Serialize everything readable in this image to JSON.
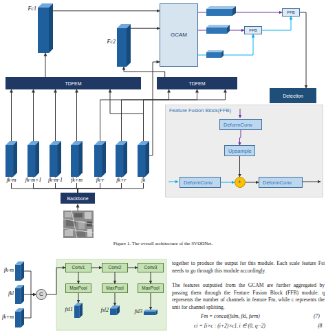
{
  "diagram": {
    "caption": "Figure 1. The overall architecture of the SVODNet.",
    "nodes": [
      {
        "text": [
          "Fc1"
        ]
      },
      {
        "text": [
          "GCAM"
        ]
      },
      {
        "text": [
          "FFB"
        ]
      },
      {
        "text": [
          "Detection"
        ]
      },
      {
        "text": [
          "Fc2"
        ]
      },
      {
        "text": [
          "FFB"
        ]
      },
      {
        "text": [
          "TDFEM"
        ]
      },
      {
        "text": [
          "TDFEM"
        ]
      },
      {
        "text": [
          "Feature Fusion Block(FFB)"
        ]
      },
      {
        "text": [
          "DeformConv"
        ],
        "in": 8
      },
      {
        "text": [
          "Upsample"
        ],
        "in": 8
      },
      {
        "text": [
          "DeformConv"
        ],
        "in": 8
      },
      {
        "text": [
          "+"
        ],
        "in": 8
      },
      {
        "text": [
          "DeformConv"
        ],
        "in": 8
      },
      {
        "text": [
          "fk-m"
        ]
      },
      {
        "text": [
          "fk-m+1"
        ]
      },
      {
        "text": [
          "fk-m-1"
        ]
      },
      {
        "text": [
          "fk+m"
        ]
      },
      {
        "text": [
          "fk-r"
        ]
      },
      {
        "text": [
          "fk+r"
        ]
      },
      {
        "text": [
          "fk"
        ]
      },
      {
        "text": [
          "Backbone"
        ]
      },
      {
        "text": [
          "fk-m"
        ]
      },
      {
        "text": [
          "fkl"
        ]
      },
      {
        "text": [
          "fk+m"
        ]
      },
      {
        "text": [
          "C"
        ]
      },
      {
        "text": [
          "Conv1"
        ]
      },
      {
        "text": [
          "Conv2"
        ]
      },
      {
        "text": [
          "Conv3"
        ]
      },
      {
        "text": [
          "MaxPool"
        ]
      },
      {
        "text": [
          "MaxPool"
        ]
      },
      {
        "text": [
          "MaxPool"
        ]
      },
      {
        "text": [
          "fsl1"
        ]
      },
      {
        "text": [
          "fsl2"
        ]
      },
      {
        "text": [
          "fsl3"
        ]
      }
    ],
    "edges": [
      {
        "from": 0,
        "to": 1,
        "arrow": "to"
      },
      {
        "from": 4,
        "to": 1,
        "arrow": "to"
      },
      {
        "from": 1,
        "to": 2,
        "arrow": "to"
      },
      {
        "from": 1,
        "to": 5,
        "arrow": "to"
      },
      {
        "from": 1,
        "to": 5,
        "arrow": "to"
      },
      {
        "from": 5,
        "to": 2,
        "arrow": "to"
      },
      {
        "from": 2,
        "to": 3,
        "arrow": "to"
      },
      {
        "from": 6,
        "to": 0,
        "arrow": "to"
      },
      {
        "from": 7,
        "to": 4,
        "arrow": "to"
      },
      {
        "from": 14,
        "to": 6,
        "arrow": "to"
      },
      {
        "from": 15,
        "to": 6,
        "arrow": "to"
      },
      {
        "from": 16,
        "to": 6,
        "arrow": "to"
      },
      {
        "from": 17,
        "to": 6,
        "arrow": "to"
      },
      {
        "from": 20,
        "to": 6,
        "arrow": "to"
      },
      {
        "from": 18,
        "to": 7,
        "arrow": "to"
      },
      {
        "from": 19,
        "to": 7,
        "arrow": "to"
      },
      {
        "from": 20,
        "to": 7,
        "arrow": "to"
      },
      {
        "from": 20,
        "to": 1,
        "arrow": "to"
      },
      {
        "from": 21,
        "to": 14,
        "arrow": "to"
      },
      {
        "from": 21,
        "to": 15,
        "arrow": "to"
      },
      {
        "from": 21,
        "to": 16,
        "arrow": "to"
      },
      {
        "from": 21,
        "to": 17,
        "arrow": "to"
      },
      {
        "from": 21,
        "to": 18,
        "arrow": "to"
      },
      {
        "from": 21,
        "to": 19,
        "arrow": "to"
      },
      {
        "from": 21,
        "to": 20,
        "arrow": "to"
      },
      {
        "from": 9,
        "to": 10,
        "arrow": "to"
      },
      {
        "from": 10,
        "to": 12,
        "arrow": "to"
      },
      {
        "from": 11,
        "to": 12,
        "arrow": "to"
      },
      {
        "from": 12,
        "to": 13,
        "arrow": "to"
      },
      {
        "from": 22,
        "to": 25,
        "arrow": "to"
      },
      {
        "from": 23,
        "to": 25,
        "arrow": "to"
      },
      {
        "from": 24,
        "to": 25,
        "arrow": "to"
      },
      {
        "from": 25,
        "to": 26,
        "arrow": "to"
      },
      {
        "from": 26,
        "to": 27,
        "arrow": "to"
      },
      {
        "from": 27,
        "to": 28,
        "arrow": "to"
      },
      {
        "from": 26,
        "to": 29,
        "arrow": "to"
      },
      {
        "from": 27,
        "to": 30,
        "arrow": "to"
      },
      {
        "from": 28,
        "to": 31,
        "arrow": "to"
      },
      {
        "from": 29,
        "to": 32,
        "arrow": "to"
      },
      {
        "from": 30,
        "to": 33,
        "arrow": "to"
      },
      {
        "from": 31,
        "to": 34,
        "arrow": "to"
      }
    ],
    "labels": [
      "together to produce the output for this module. Each scale feature Fsi needs to go through this module accordingly.",
      "The features outputted from the GCAM are further aggregated by passing them through the Feature Fusion Block (FFB) module. q represents the number of channels in feature Fm, while c represents the unit for channel splitting.",
      "Fm = concat(fslm, fkl, fsrm)",
      "(7)",
      "ci = [i×c : (i+2)×c], i ∈ (0, q−2)",
      "(8"
    ]
  }
}
